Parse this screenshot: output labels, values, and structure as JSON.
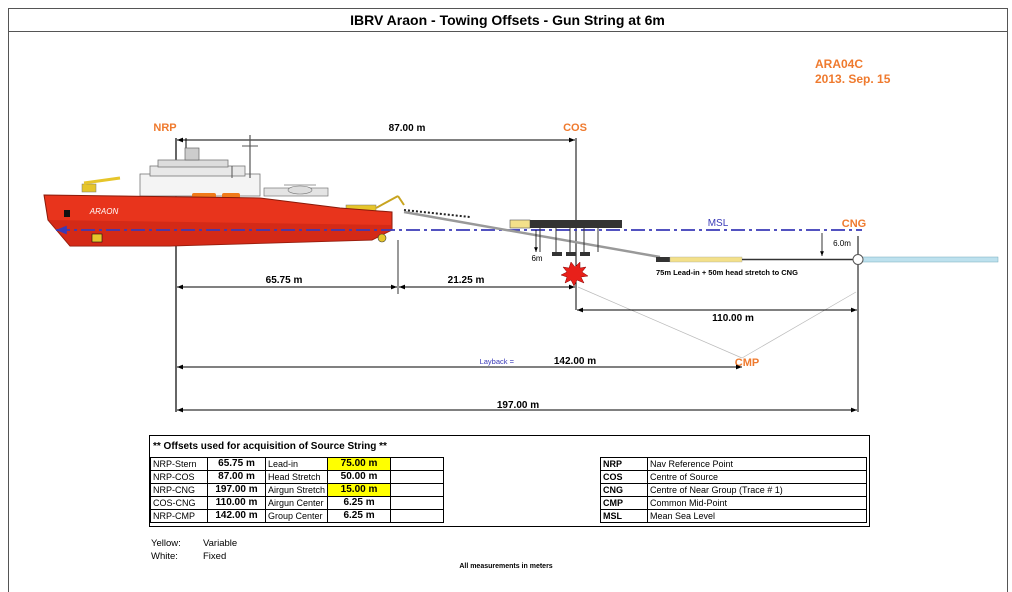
{
  "title": "IBRV Araon  -   Towing Offsets - Gun String at 6m",
  "header": {
    "survey_id": "ARA04C",
    "date": "2013. Sep. 15"
  },
  "ship_name": "ARAON",
  "labels": {
    "nrp": "NRP",
    "cos": "COS",
    "cng": "CNG",
    "cmp": "CMP",
    "msl": "MSL",
    "gun_depth": "6m",
    "cng_depth": "6.0m",
    "lead_in_note": "75m Lead-in + 50m head stretch to CNG",
    "layback": "Layback ="
  },
  "dimensions": {
    "nrp_cos": "87.00 m",
    "nrp_stern": "65.75 m",
    "stern_cos": "21.25 m",
    "cos_cng": "110.00 m",
    "layback": "142.00 m",
    "nrp_cng": "197.00 m"
  },
  "offsets_table": {
    "title": "** Offsets used for acquisition of Source String  **",
    "rows": [
      {
        "name": "NRP-Stern",
        "value": "65.75 m",
        "param": "Lead-in",
        "param_value": "75.00 m",
        "highlight": true
      },
      {
        "name": "NRP-COS",
        "value": "87.00 m",
        "param": "Head Stretch",
        "param_value": "50.00 m",
        "highlight": false
      },
      {
        "name": "NRP-CNG",
        "value": "197.00 m",
        "param": "Airgun Stretch",
        "param_value": "15.00 m",
        "highlight": true
      },
      {
        "name": "COS-CNG",
        "value": "110.00 m",
        "param": "Airgun Center",
        "param_value": "6.25 m",
        "highlight": false
      },
      {
        "name": "NRP-CMP",
        "value": "142.00 m",
        "param": "Group Center",
        "param_value": "6.25 m",
        "highlight": false
      }
    ]
  },
  "abbreviations": [
    {
      "abbr": "NRP",
      "meaning": "Nav Reference Point"
    },
    {
      "abbr": "COS",
      "meaning": "Centre of Source"
    },
    {
      "abbr": "CNG",
      "meaning": "Centre of Near Group (Trace # 1)"
    },
    {
      "abbr": "CMP",
      "meaning": "Common Mid-Point"
    },
    {
      "abbr": "MSL",
      "meaning": "Mean Sea Level"
    }
  ],
  "legend": [
    {
      "label": "Yellow:",
      "value": "Variable"
    },
    {
      "label": "White:",
      "value": "Fixed"
    }
  ],
  "footer": "All measurements in meters",
  "colors": {
    "accent": "#ef7a2e",
    "msl_line": "#3a3ab8",
    "hull": "#e8341c",
    "highlight": "#ffff00"
  }
}
